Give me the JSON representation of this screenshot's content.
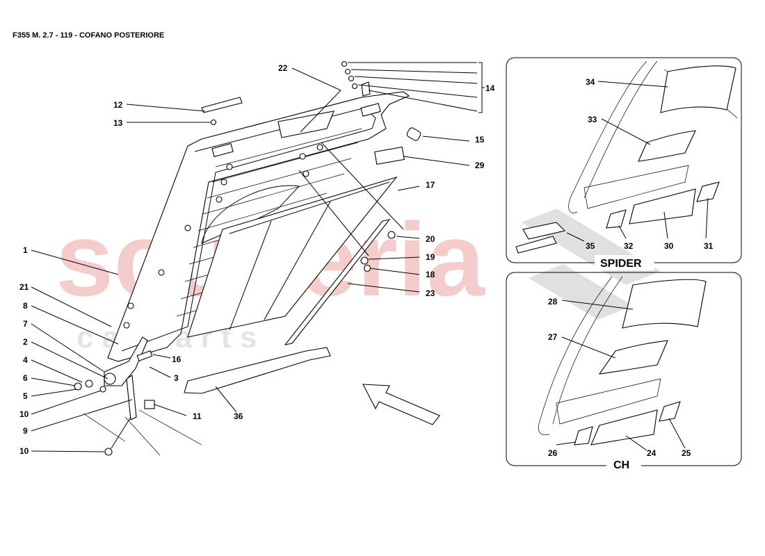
{
  "header": {
    "title": "F355 M. 2.7 - 119 - COFANO POSTERIORE"
  },
  "watermark": {
    "main": "scuderia",
    "sub": "c a r p a r t s",
    "color": "#f2c4c4"
  },
  "panels": {
    "spider": "SPIDER",
    "ch": "CH"
  },
  "callouts": {
    "c1": "1",
    "c2": "2",
    "c3": "3",
    "c4": "4",
    "c5": "5",
    "c6": "6",
    "c7": "7",
    "c8": "8",
    "c9": "9",
    "c10a": "10",
    "c10b": "10",
    "c11": "11",
    "c12": "12",
    "c13": "13",
    "c14": "14",
    "c15": "15",
    "c16": "16",
    "c17": "17",
    "c18": "18",
    "c19": "19",
    "c20": "20",
    "c21": "21",
    "c22": "22",
    "c23": "23",
    "c24": "24",
    "c25": "25",
    "c26": "26",
    "c27": "27",
    "c28": "28",
    "c29": "29",
    "c30": "30",
    "c31": "31",
    "c32": "32",
    "c33": "33",
    "c34": "34",
    "c35": "35",
    "c36": "36"
  }
}
